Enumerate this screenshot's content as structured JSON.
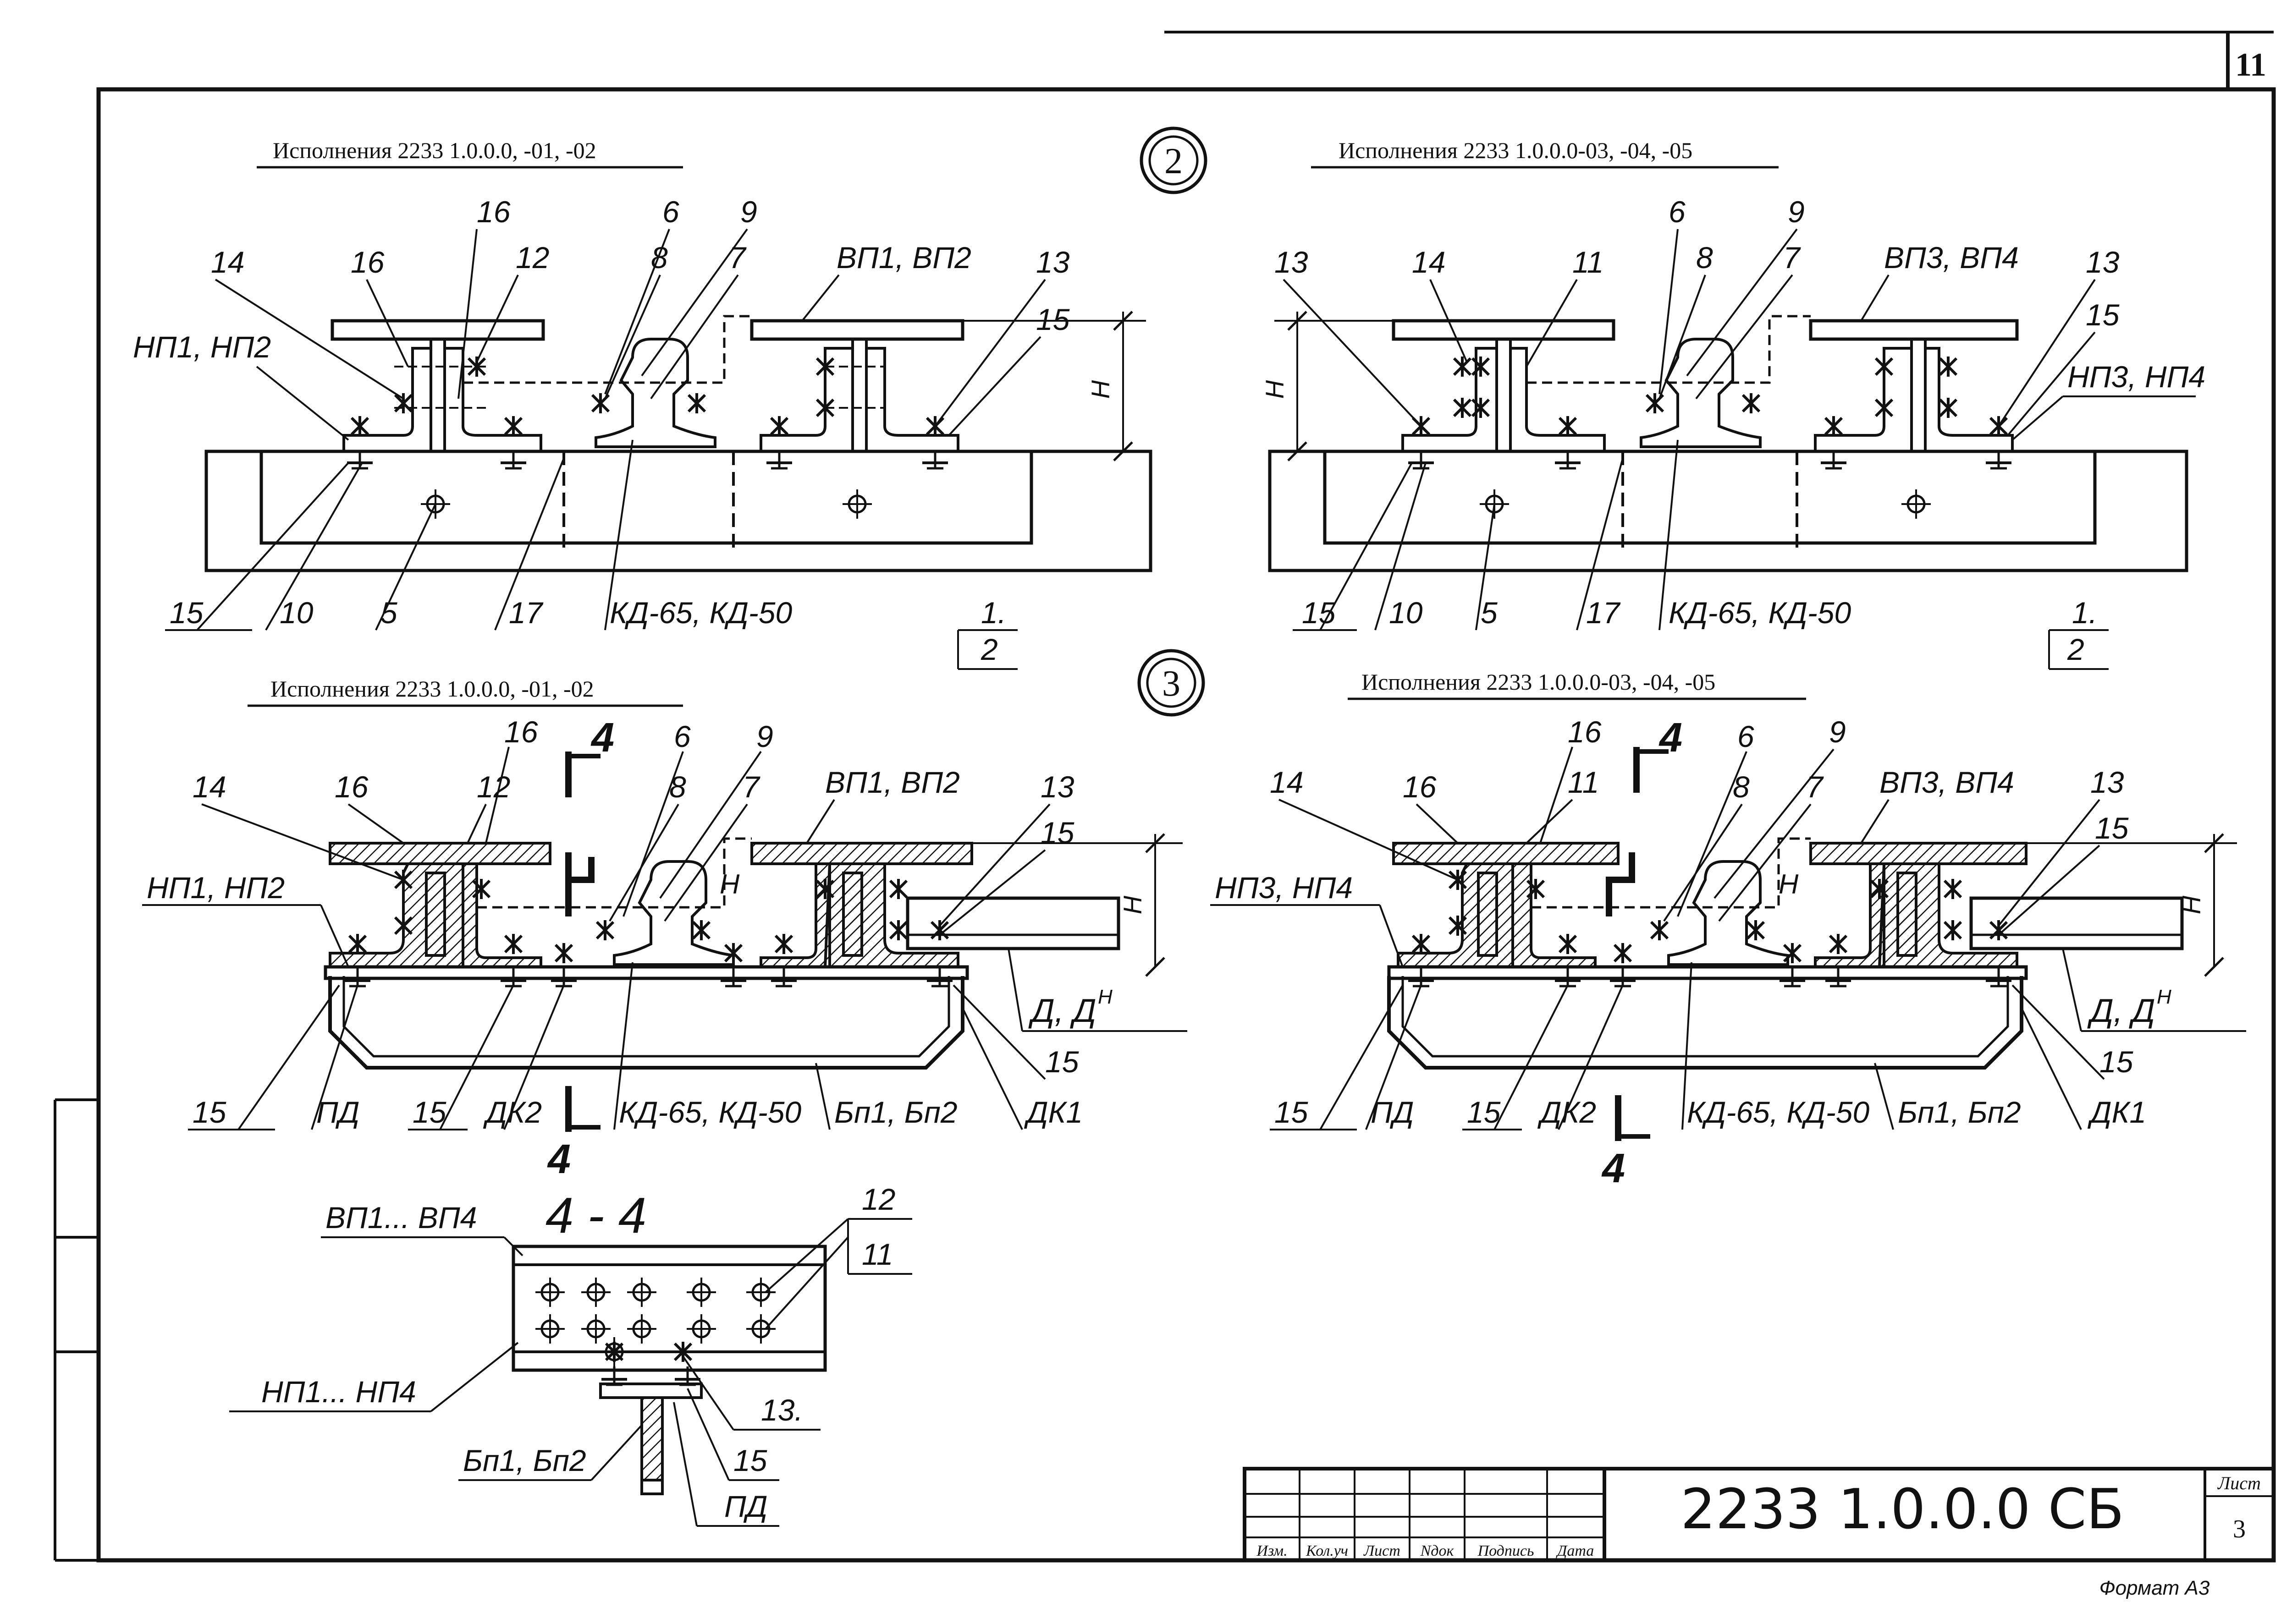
{
  "sheet": {
    "page_number": "11",
    "document_code": "2233 1.0.0.0 СБ",
    "sheet_label": "Лист",
    "sheet_number": "3",
    "format": "Формат А3",
    "title_block_columns": [
      "Изм.",
      "Кол.уч",
      "Лист",
      "Nдок",
      "Подпись",
      "Дата"
    ]
  },
  "view2": {
    "marker": "2",
    "left_caption": "Исполнения 2233 1.0.0.0, -01, -02",
    "right_caption": "Исполнения 2233 1.0.0.0-03, -04, -05",
    "left": {
      "labels_top": [
        "14",
        "16",
        "16",
        "12",
        "6",
        "9",
        "8",
        "7",
        "ВП1, ВП2",
        "13",
        "НП1, НП2",
        "15"
      ],
      "labels_bottom": [
        "15",
        "10",
        "5",
        "17",
        "КД-65, КД-50",
        "1.",
        "2"
      ],
      "dim": "H"
    },
    "right": {
      "labels_top": [
        "13",
        "14",
        "11",
        "6",
        "9",
        "8",
        "7",
        "ВП3, ВП4",
        "13",
        "15",
        "НП3, НП4"
      ],
      "labels_bottom": [
        "15",
        "10",
        "5",
        "17",
        "КД-65, КД-50",
        "1.",
        "2"
      ],
      "dim": "H"
    }
  },
  "view3": {
    "marker": "3",
    "left_caption": "Исполнения 2233 1.0.0.0, -01, -02",
    "right_caption": "Исполнения 2233 1.0.0.0-03, -04, -05",
    "left": {
      "labels_top": [
        "16",
        "4",
        "6",
        "9",
        "14",
        "16",
        "12",
        "8",
        "7",
        "ВП1, ВП2",
        "13",
        "15",
        "НП1, НП2",
        "H",
        "Д, Д"
      ],
      "labels_bottom": [
        "15",
        "ПД",
        "15",
        "ДК2",
        "4",
        "КД-65, КД-50",
        "Бп1, Бп2",
        "15",
        "ДК1"
      ],
      "dim": "H",
      "superscript": "Н"
    },
    "right": {
      "labels_top": [
        "16",
        "4",
        "6",
        "9",
        "14",
        "16",
        "11",
        "8",
        "7",
        "ВП3, ВП4",
        "13",
        "15",
        "НП3, НП4",
        "H",
        "Д, Д"
      ],
      "labels_bottom": [
        "15",
        "ПД",
        "15",
        "ДК2",
        "4",
        "КД-65, КД-50",
        "Бп1, Бп2",
        "15",
        "ДК1"
      ],
      "dim": "H",
      "superscript": "Н"
    }
  },
  "section44": {
    "title": "4 - 4",
    "labels": [
      "ВП1... ВП4",
      "12",
      "11",
      "НП1... НП4",
      "13.",
      "Бп1, Бп2",
      "15",
      "ПД"
    ]
  }
}
